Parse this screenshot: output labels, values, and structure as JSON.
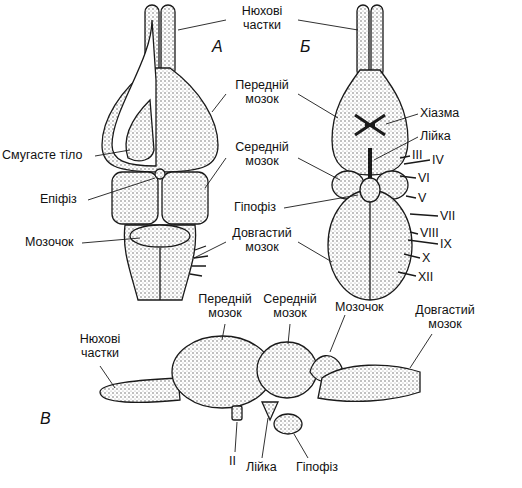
{
  "diagram": {
    "labels": [
      "А",
      "Нюхові частки",
      "Б",
      "Передній мозок",
      "Хіазма",
      "Лійка",
      "Смугасте тіло",
      "Середній мозок",
      "III",
      "IV",
      "VI",
      "V",
      "VII",
      "VIII",
      "IX",
      "X",
      "XII",
      "Епіфіз",
      "Гіпофіз",
      "Мозочок",
      "Довгастий мозок",
      "Нюхові частки",
      "Передній мозок",
      "Середній мозок",
      "Мозочок",
      "Довгастий мозок",
      "В",
      "II",
      "Лійка",
      "Гіпофіз"
    ]
  }
}
